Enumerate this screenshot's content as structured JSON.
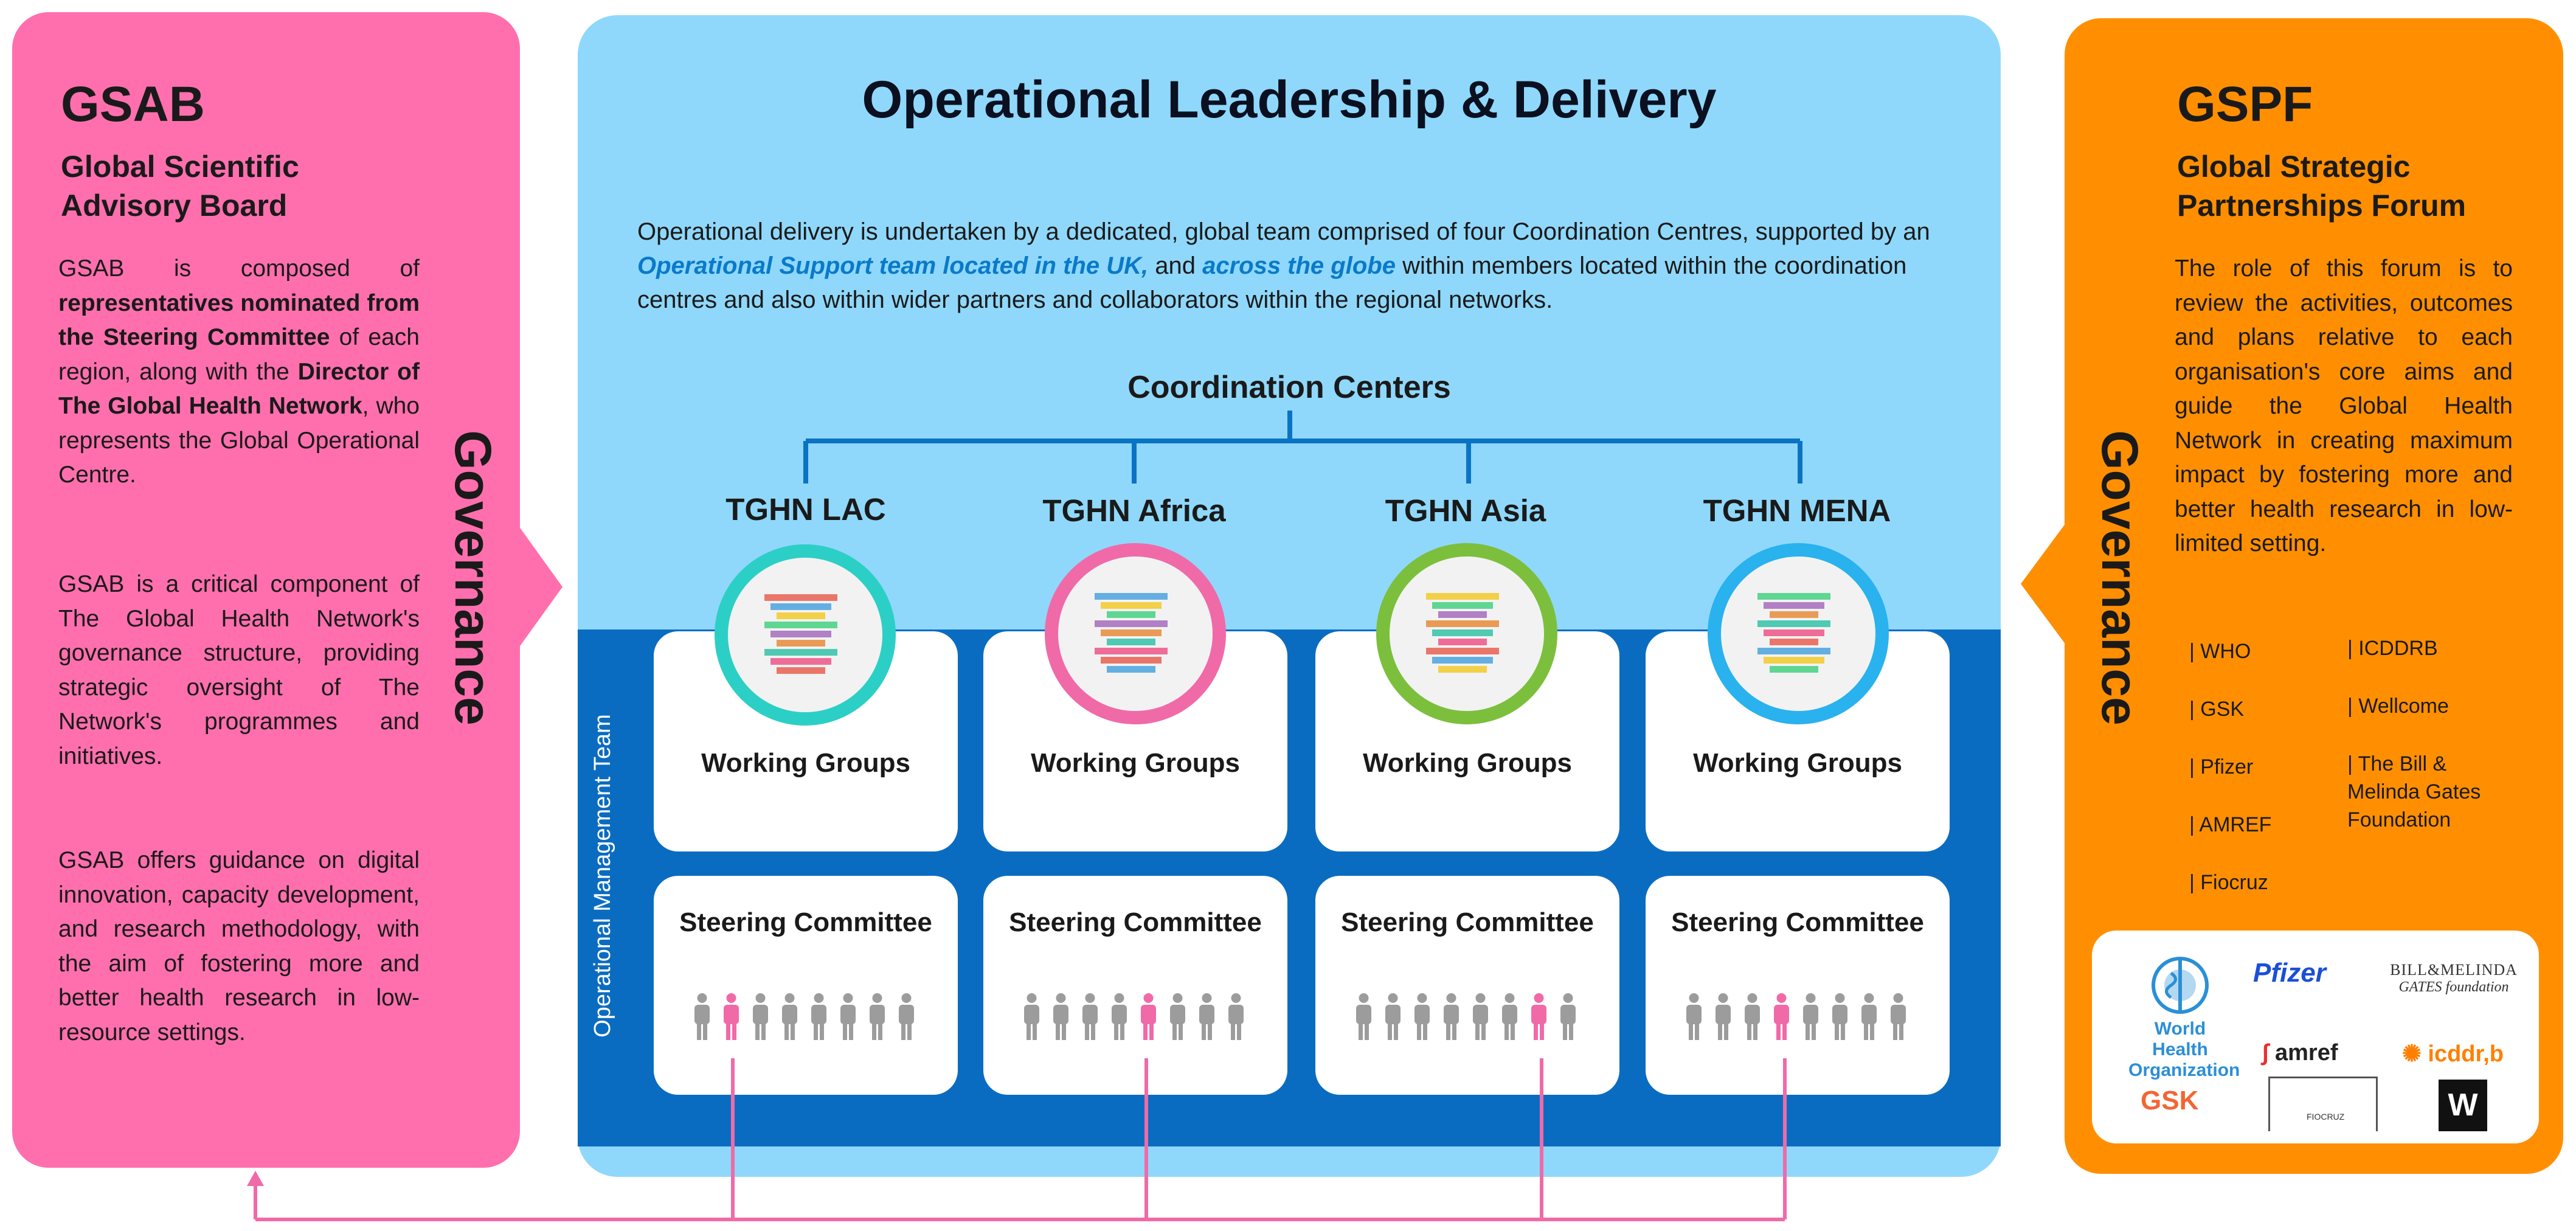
{
  "gsab": {
    "abbrev": "GSAB",
    "name_line1": "Global Scientific",
    "name_line2": "Advisory Board",
    "p1_a": "GSAB is composed of ",
    "p1_b": "representatives nominated from the Steering Committee",
    "p1_c": " of each region, along with the ",
    "p1_d": "Director of The Global Health Network",
    "p1_e": ", who represents the Global Operational Centre.",
    "p2": "GSAB is a critical component of The Global Health Network's governance structure, providing strategic oversight of The Network's programmes and initiatives.",
    "p3": "GSAB offers guidance on digital innovation, capacity development, and research methodology, with the aim of fostering more and better health research in low-resource settings.",
    "governance_label": "Governance",
    "color": "#ff6fad"
  },
  "center": {
    "title": "Operational Leadership & Delivery",
    "desc_a": "Operational delivery is undertaken  by a dedicated, global team comprised of four Coordination Centres, supported by an ",
    "desc_link1": "Operational Support team located in the UK,",
    "desc_b": " and ",
    "desc_link2": "across the globe",
    "desc_c": " within members located within the coordination centres and also within wider partners and collaborators within the regional networks.",
    "coordination_label": "Coordination Centers",
    "side_label": "Operational Management Team",
    "hubs": [
      {
        "name": "TGHN LAC",
        "ring": "#2ccfc6",
        "working": "Working Groups",
        "steering": "Steering Committee"
      },
      {
        "name": "TGHN Africa",
        "ring": "#f06aa8",
        "working": "Working Groups",
        "steering": "Steering Committee"
      },
      {
        "name": "TGHN Asia",
        "ring": "#7cbf3c",
        "working": "Working Groups",
        "steering": "Steering Committee"
      },
      {
        "name": "TGHN MENA",
        "ring": "#29b2ee",
        "working": "Working Groups",
        "steering": "Steering Committee"
      }
    ],
    "bg_color": "#8fd8fb",
    "band_color": "#0a6cc1"
  },
  "gspf": {
    "abbrev": "GSPF",
    "name_line1": "Global Strategic",
    "name_line2": "Partnerships Forum",
    "p1": "The role of this forum is to review the activities, outcomes and plans relative to each organisation's core aims and guide the Global Health Network in creating maximum impact by fostering more and better health research in low-limited setting.",
    "governance_label": "Governance",
    "partners_col1": [
      "| WHO",
      "| GSK",
      "| Pfizer",
      "| AMREF",
      "| Fiocruz"
    ],
    "partners_col2": [
      "| ICDDRB",
      "| Wellcome",
      "| The Bill & Melinda Gates Foundation"
    ],
    "logos": {
      "who": "World Health Organization",
      "pfizer": "Pfizer",
      "gates_line1": "BILL&MELINDA",
      "gates_line2": "GATES foundation",
      "amref": "amref",
      "icddrb": "icddr,b",
      "gsk": "GSK",
      "fiocruz": "FIOCRUZ",
      "wellcome": "W"
    },
    "color": "#ff8f00"
  }
}
